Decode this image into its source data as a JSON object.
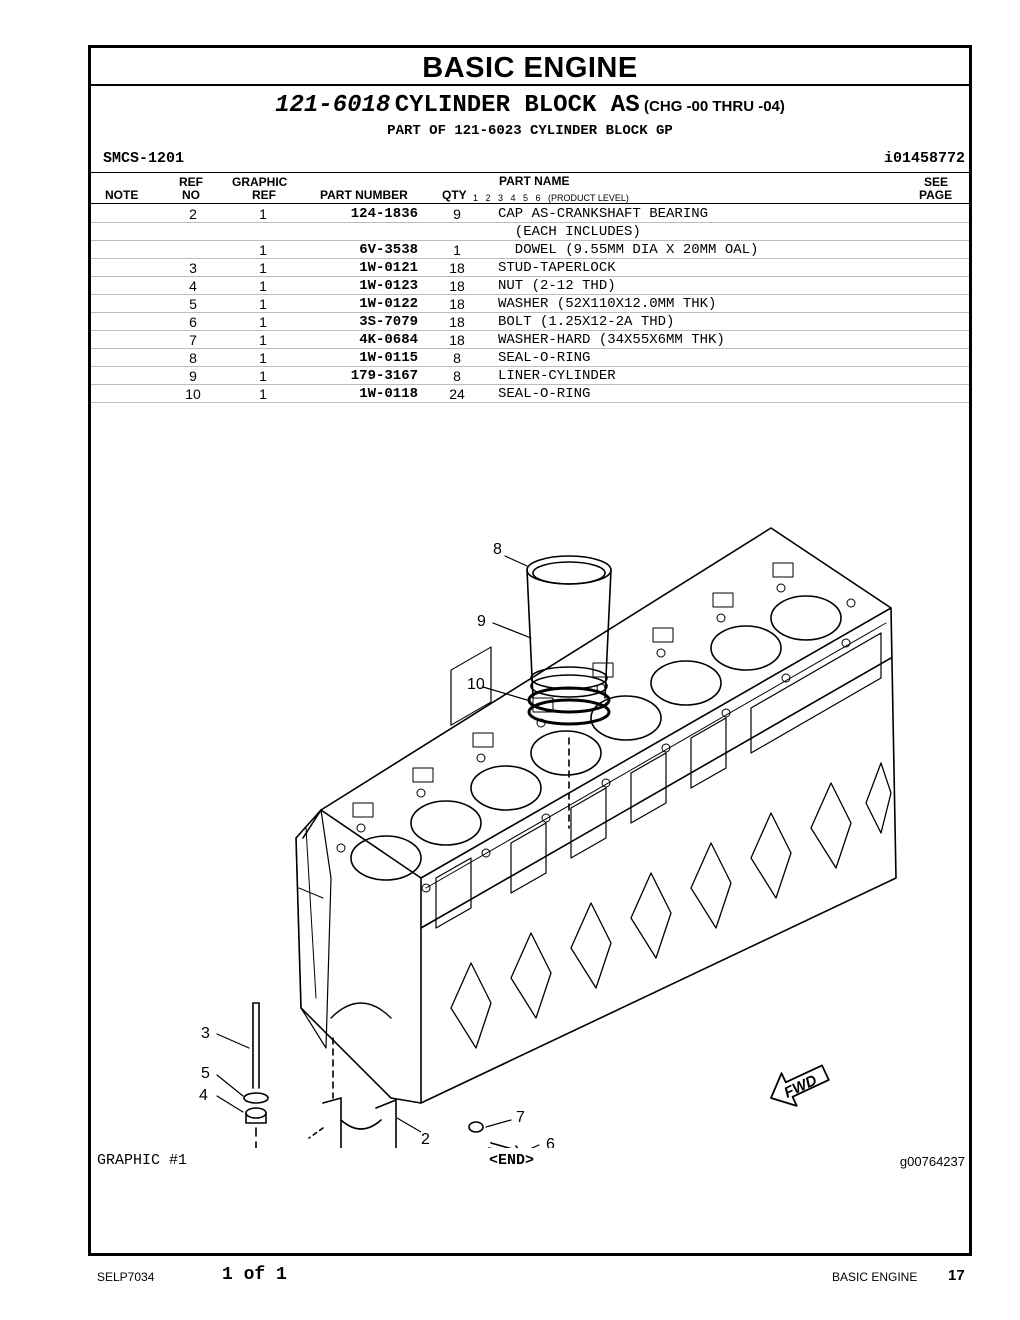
{
  "section_title": "BASIC ENGINE",
  "assembly": {
    "part_number": "121-6018",
    "name": "CYLINDER BLOCK AS",
    "change_range": "(CHG -00 THRU -04)",
    "part_of": "PART OF 121-6023 CYLINDER BLOCK GP"
  },
  "smcs": "SMCS-1201",
  "illustration_id": "i01458772",
  "table": {
    "headers": {
      "note": "NOTE",
      "ref_top": "REF",
      "ref_bottom": "NO",
      "graphic_top": "GRAPHIC",
      "graphic_bottom": "REF",
      "part_number": "PART NUMBER",
      "qty": "QTY",
      "part_name": "PART NAME",
      "product_levels": "1   2   3   4   5   6   (PRODUCT LEVEL)",
      "see_top": "SEE",
      "see_bottom": "PAGE"
    },
    "rows": [
      {
        "ref": "2",
        "graphic_ref": "1",
        "part_number": "124-1836",
        "qty": "9",
        "name": "CAP AS-CRANKSHAFT BEARING"
      },
      {
        "ref": "",
        "graphic_ref": "",
        "part_number": "",
        "qty": "",
        "name": "  (EACH INCLUDES)"
      },
      {
        "ref": "",
        "graphic_ref": "1",
        "part_number": "6V-3538",
        "qty": "1",
        "name": "  DOWEL (9.55MM DIA X 20MM OAL)"
      },
      {
        "ref": "3",
        "graphic_ref": "1",
        "part_number": "1W-0121",
        "qty": "18",
        "name": "STUD-TAPERLOCK"
      },
      {
        "ref": "4",
        "graphic_ref": "1",
        "part_number": "1W-0123",
        "qty": "18",
        "name": "NUT (2-12 THD)"
      },
      {
        "ref": "5",
        "graphic_ref": "1",
        "part_number": "1W-0122",
        "qty": "18",
        "name": "WASHER (52X110X12.0MM THK)"
      },
      {
        "ref": "6",
        "graphic_ref": "1",
        "part_number": "3S-7079",
        "qty": "18",
        "name": "BOLT (1.25X12-2A THD)"
      },
      {
        "ref": "7",
        "graphic_ref": "1",
        "part_number": "4K-0684",
        "qty": "18",
        "name": "WASHER-HARD (34X55X6MM THK)"
      },
      {
        "ref": "8",
        "graphic_ref": "1",
        "part_number": "1W-0115",
        "qty": "8",
        "name": "SEAL-O-RING"
      },
      {
        "ref": "9",
        "graphic_ref": "1",
        "part_number": "179-3167",
        "qty": "8",
        "name": "LINER-CYLINDER"
      },
      {
        "ref": "10",
        "graphic_ref": "1",
        "part_number": "1W-0118",
        "qty": "24",
        "name": "SEAL-O-RING"
      }
    ]
  },
  "drawing": {
    "callouts": {
      "c8": "8",
      "c9": "9",
      "c10": "10",
      "c3": "3",
      "c5": "5",
      "c4": "4",
      "c7": "7",
      "c6": "6",
      "c2": "2"
    },
    "fwd_label": "FWD"
  },
  "graphic_label": "GRAPHIC #1",
  "end_marker": "<END>",
  "graphic_id": "g00764237",
  "footer": {
    "doc_code": "SELP7034",
    "page_of": "1 of 1",
    "section": "BASIC ENGINE",
    "page_number": "17"
  }
}
